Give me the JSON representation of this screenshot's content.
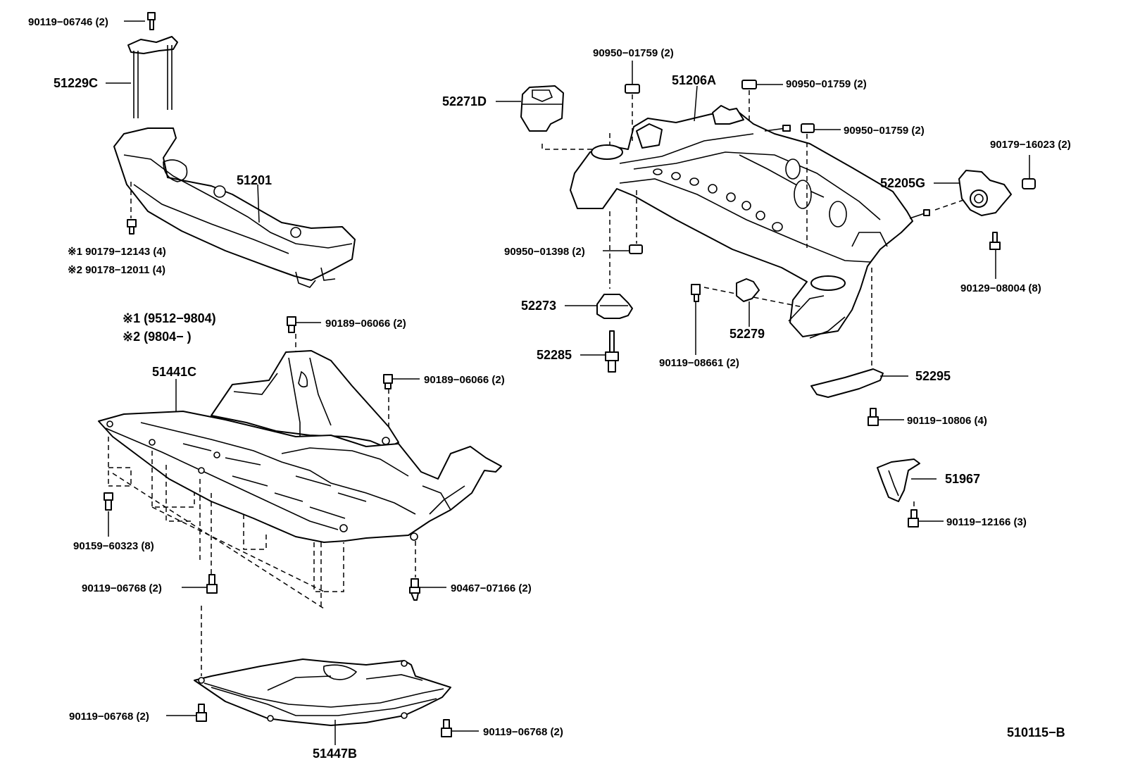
{
  "labels": {
    "l_90119_06746": "90119−06746 (2)",
    "l_51229C": "51229C",
    "l_51201": "51201",
    "l_note1_90179_12143": "※1 90179−12143 (4)",
    "l_note2_90178_12011": "※2 90178−12011 (4)",
    "l_note1_range": "※1 (9512−9804)",
    "l_note2_range": "※2 (9804− )",
    "l_90189_06066_a": "90189−06066 (2)",
    "l_51441C": "51441C",
    "l_90189_06066_b": "90189−06066 (2)",
    "l_90159_60323": "90159−60323 (8)",
    "l_90119_06768_a": "90119−06768 (2)",
    "l_90467_07166": "90467−07166 (2)",
    "l_90119_06768_b": "90119−06768 (2)",
    "l_51447B": "51447B",
    "l_90119_06768_c": "90119−06768 (2)",
    "l_90950_01759_a": "90950−01759 (2)",
    "l_51206A": "51206A",
    "l_90950_01759_b": "90950−01759 (2)",
    "l_52271D": "52271D",
    "l_90950_01759_c": "90950−01759 (2)",
    "l_90179_16023": "90179−16023 (2)",
    "l_52205G": "52205G",
    "l_90950_01398": "90950−01398 (2)",
    "l_90129_08004": "90129−08004 (8)",
    "l_52273": "52273",
    "l_52279": "52279",
    "l_52285": "52285",
    "l_90119_08661": "90119−08661 (2)",
    "l_52295": "52295",
    "l_90119_10806": "90119−10806 (4)",
    "l_51967": "51967",
    "l_90119_12166": "90119−12166 (3)",
    "l_figure_code": "510115−B"
  }
}
